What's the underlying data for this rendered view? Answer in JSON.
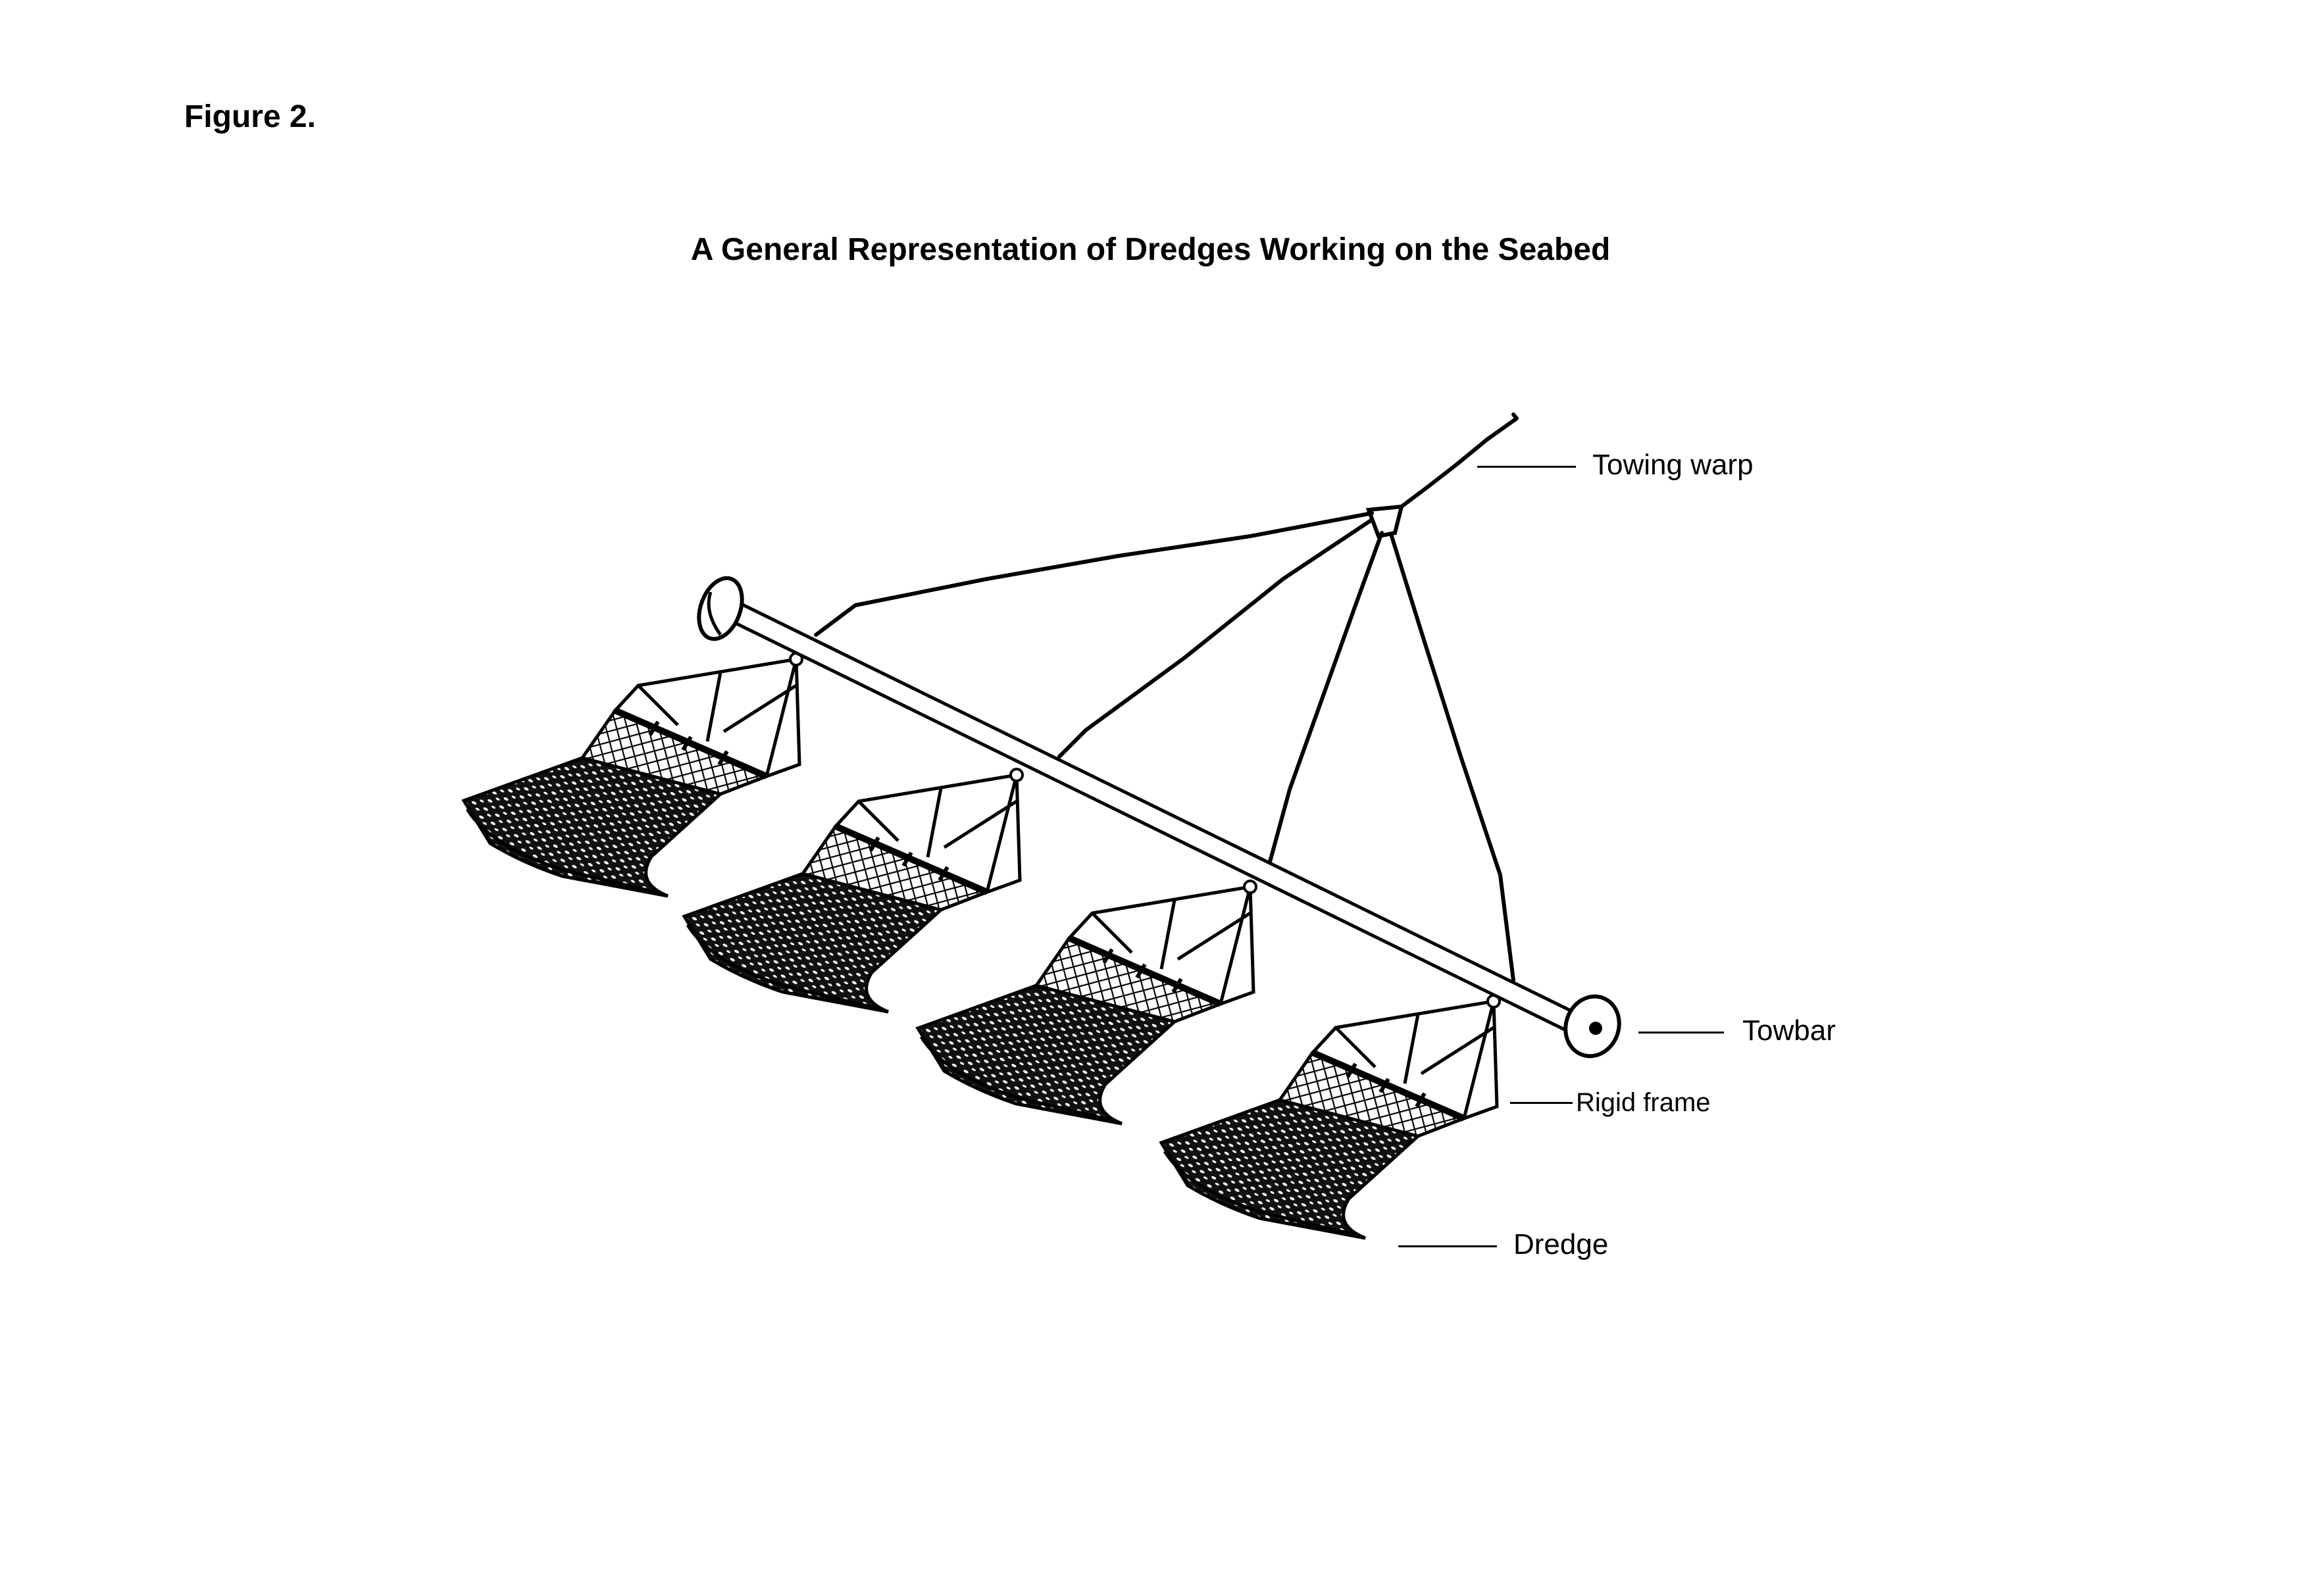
{
  "figure": {
    "number": "Figure 2.",
    "title": "A General Representation of Dredges Working on the Seabed"
  },
  "labels": {
    "towing_warp": "Towing warp",
    "towbar": "Towbar",
    "rigid_frame": "Rigid frame",
    "dredge": "Dredge"
  },
  "components": {
    "dredge_count": 4
  },
  "colors": {
    "ink": "#000000",
    "paper": "#ffffff"
  }
}
